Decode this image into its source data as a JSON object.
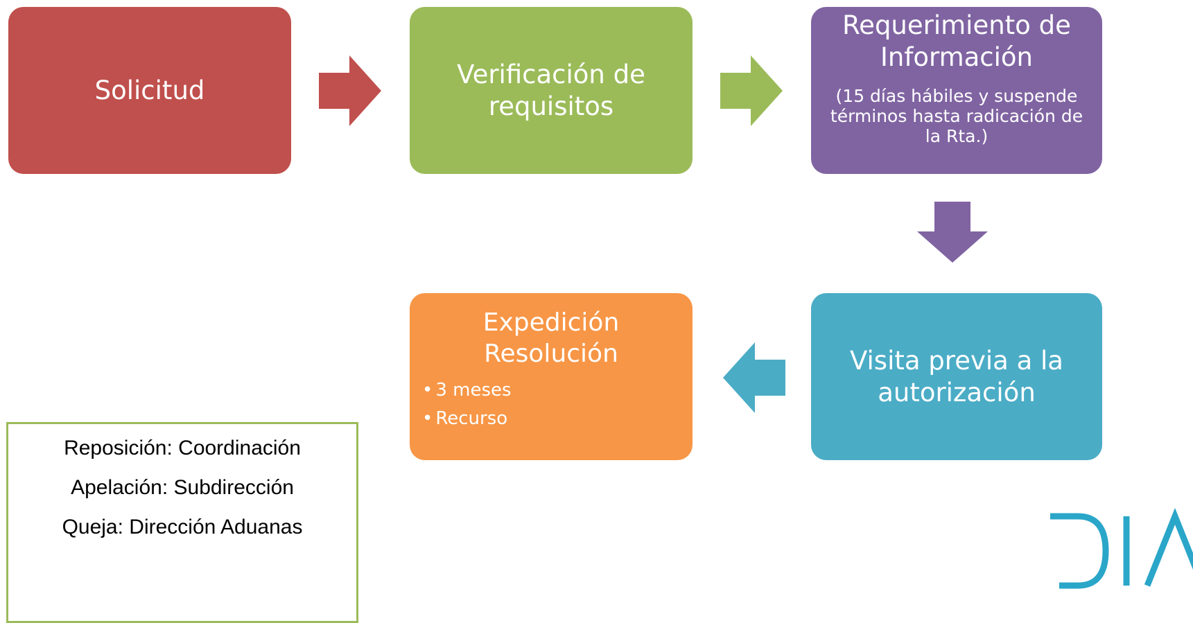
{
  "steps": {
    "solicitud": "Solicitud",
    "verificacion": "Verificación de requisitos",
    "requerimiento": {
      "title": "Requerimiento de Información",
      "note": "(15 días hábiles y suspende términos hasta radicación de la Rta.)"
    },
    "visita": "Visita previa a la autorización",
    "expedicion": {
      "title": "Expedición Resolución",
      "bullets": [
        "3 meses",
        "Recurso"
      ]
    }
  },
  "appeals": {
    "reposicion": "Reposición:  Coordinación",
    "apelacion": "Apelación: Subdirección",
    "queja": "Queja: Dirección Aduanas"
  },
  "logo": {
    "text": "DIAN",
    "color": "#2aa6c9"
  },
  "colors": {
    "solicitud": "#c0504d",
    "verificacion": "#9bbb59",
    "requerimiento": "#8064a2",
    "visita": "#4bacc6",
    "expedicion": "#f79646"
  }
}
